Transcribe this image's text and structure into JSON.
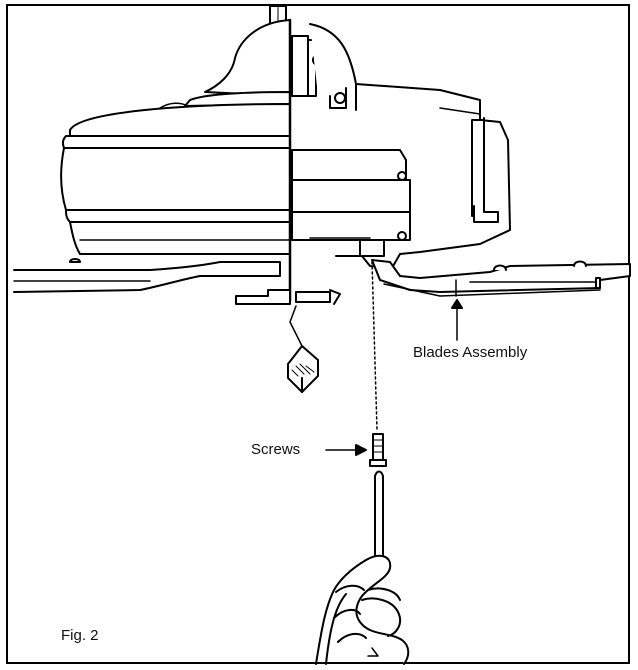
{
  "labels": {
    "blades_assembly": "Blades Assembly",
    "screws": "Screws",
    "figure": "Fig. 2"
  },
  "colors": {
    "line": "#000000",
    "background": "#ffffff"
  }
}
